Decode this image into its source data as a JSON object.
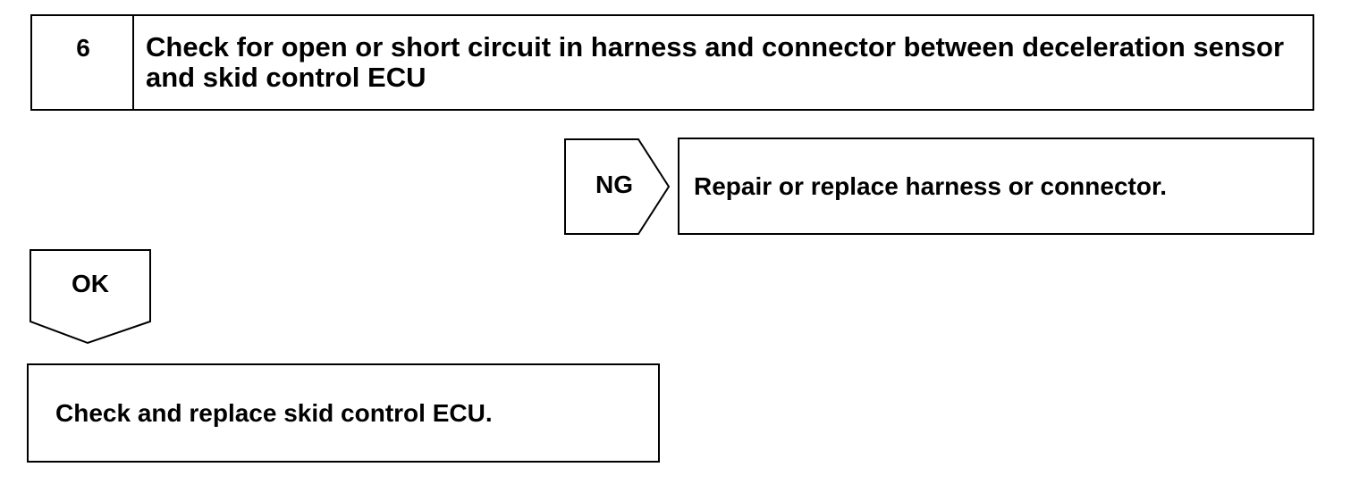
{
  "step": {
    "number": "6",
    "title": "Check for open or short circuit in harness and connector between deceleration sensor and skid control ECU"
  },
  "ng_branch": {
    "label": "NG",
    "result": "Repair or replace harness or connector."
  },
  "ok_branch": {
    "label": "OK",
    "result": "Check and replace skid control ECU."
  }
}
